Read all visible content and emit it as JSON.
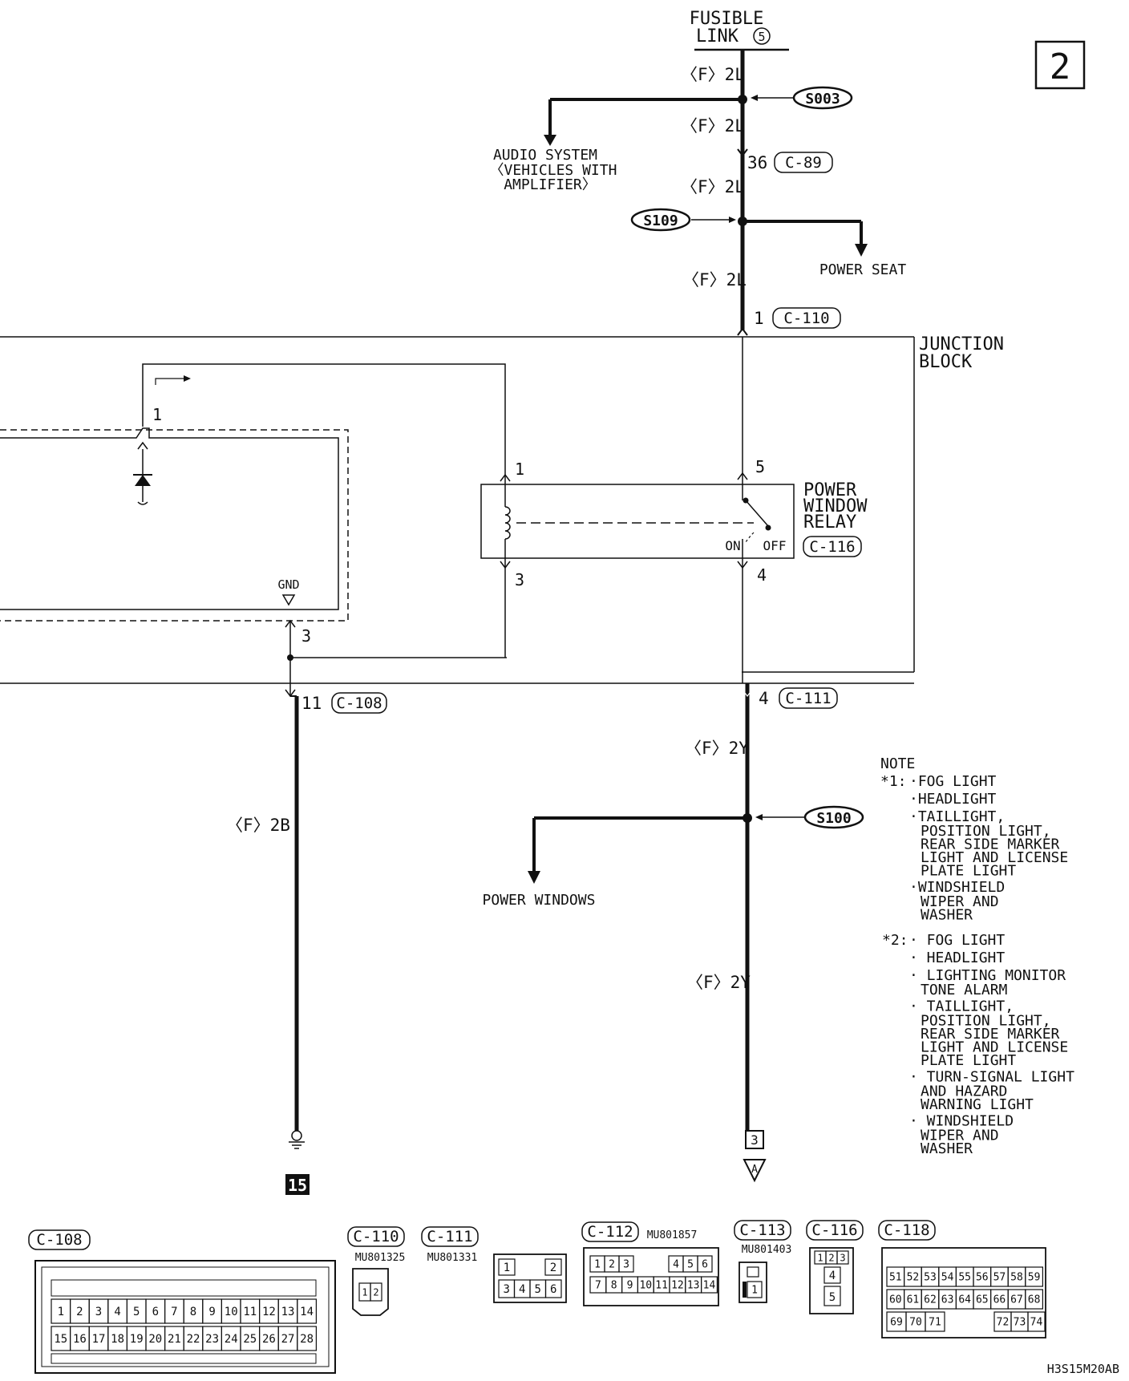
{
  "page_number": "2",
  "diagram_code": "H3S15M20AB",
  "fusible_link": {
    "line1": "FUSIBLE",
    "line2": "LINK",
    "number": "5"
  },
  "wires": {
    "w1": "〈F〉2L",
    "w2": "〈F〉2L",
    "w3": "〈F〉2L",
    "w4": "〈F〉2L",
    "w5": "〈F〉2Y",
    "w6": "〈F〉2Y",
    "w7": "〈F〉2B"
  },
  "splices": {
    "s003": "S003",
    "s109": "S109",
    "s100": "S100"
  },
  "audio_system": {
    "line1": "AUDIO SYSTEM",
    "line2": "〈VEHICLES WITH",
    "line3": "AMPLIFIER〉"
  },
  "power_seat": "POWER SEAT",
  "power_windows": "POWER WINDOWS",
  "connectors": {
    "c89": {
      "pin": "36",
      "name": "C-89"
    },
    "c110": {
      "pin": "1",
      "name": "C-110"
    },
    "c108": {
      "pin": "11",
      "name": "C-108"
    },
    "c111": {
      "pin": "4",
      "name": "C-111"
    }
  },
  "junction_block": {
    "line1": "JUNCTION",
    "line2": "BLOCK"
  },
  "relay": {
    "line1": "POWER",
    "line2": "WINDOW",
    "line3": "RELAY",
    "connector": "C-116",
    "pin_1": "1",
    "pin_3": "3",
    "pin_4": "4",
    "pin_5": "5",
    "on": "ON",
    "off": "OFF"
  },
  "left_circuit": {
    "pin_1": "1",
    "gnd": "GND",
    "pin_3": "3"
  },
  "ground_ref": "15",
  "continue_ref": {
    "number": "3",
    "letter": "A"
  },
  "note": {
    "title": "NOTE",
    "star1_label": "*1:",
    "star1_items": [
      [
        "·FOG LIGHT"
      ],
      [
        "·HEADLIGHT"
      ],
      [
        "·TAILLIGHT,",
        "POSITION LIGHT,",
        "REAR SIDE MARKER",
        "LIGHT AND LICENSE",
        "PLATE LIGHT"
      ],
      [
        "·WINDSHIELD",
        "WIPER AND",
        "WASHER"
      ]
    ],
    "star2_label": "*2:",
    "star2_items": [
      [
        "· FOG LIGHT"
      ],
      [
        "· HEADLIGHT"
      ],
      [
        "· LIGHTING MONITOR",
        "TONE ALARM"
      ],
      [
        "· TAILLIGHT,",
        "POSITION LIGHT,",
        "REAR SIDE MARKER",
        "LIGHT AND LICENSE",
        "PLATE LIGHT"
      ],
      [
        "· TURN-SIGNAL LIGHT",
        "AND HAZARD",
        "WARNING LIGHT"
      ],
      [
        "· WINDSHIELD",
        "WIPER AND",
        "WASHER"
      ]
    ]
  },
  "connector_views": {
    "c108": {
      "label": "C-108",
      "row1": [
        "1",
        "2",
        "3",
        "4",
        "5",
        "6",
        "7",
        "8",
        "9",
        "10",
        "11",
        "12",
        "13",
        "14"
      ],
      "row2": [
        "15",
        "16",
        "17",
        "18",
        "19",
        "20",
        "21",
        "22",
        "23",
        "24",
        "25",
        "26",
        "27",
        "28"
      ]
    },
    "c110": {
      "label": "C-110",
      "part": "MU801325",
      "pins": [
        "1",
        "2"
      ]
    },
    "c111": {
      "label": "C-111",
      "part": "MU801331",
      "row1": [
        "1",
        "2"
      ],
      "row2": [
        "3",
        "4",
        "5",
        "6"
      ]
    },
    "c112": {
      "label": "C-112",
      "part": "MU801857",
      "row1": [
        "1",
        "2",
        "3",
        "4",
        "5",
        "6"
      ],
      "row2": [
        "7",
        "8",
        "9",
        "10",
        "11",
        "12",
        "13",
        "14"
      ]
    },
    "c113": {
      "label": "C-113",
      "part": "MU801403",
      "pins": [
        "1"
      ]
    },
    "c116": {
      "label": "C-116",
      "pins": [
        "1",
        "2",
        "3",
        "4",
        "5"
      ]
    },
    "c118": {
      "label": "C-118",
      "row1": [
        "51",
        "52",
        "53",
        "54",
        "55",
        "56",
        "57",
        "58",
        "59"
      ],
      "row2": [
        "60",
        "61",
        "62",
        "63",
        "64",
        "65",
        "66",
        "67",
        "68"
      ],
      "row3": [
        "69",
        "70",
        "71",
        "72",
        "73",
        "74"
      ]
    }
  }
}
